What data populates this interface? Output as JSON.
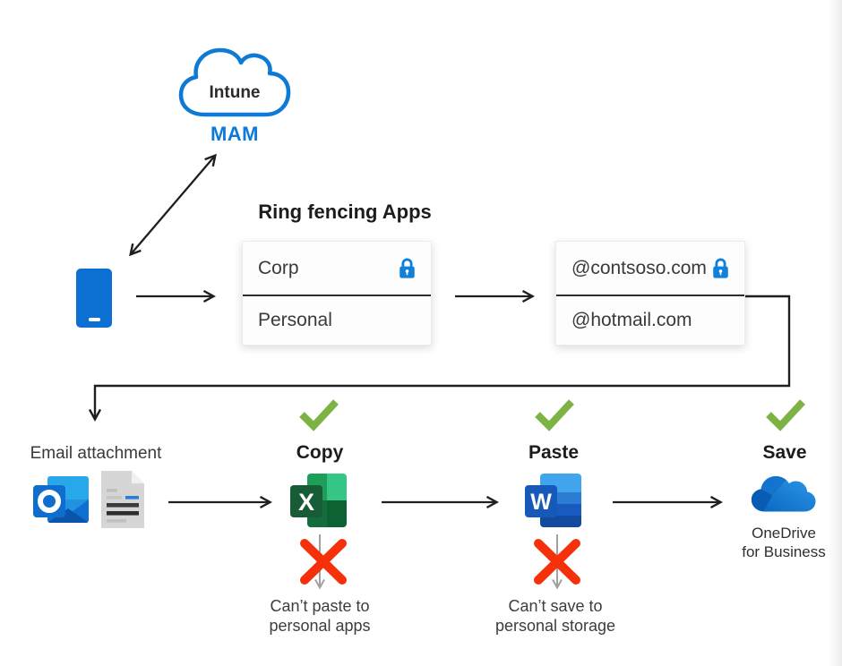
{
  "cloud": {
    "title": "Intune",
    "badge": "MAM"
  },
  "heading": "Ring fencing Apps",
  "ring_box": {
    "row1": "Corp",
    "row2": "Personal"
  },
  "domain_box": {
    "row1": "@contsoso.com",
    "row2": "@hotmail.com"
  },
  "flow": {
    "email": {
      "label": "Email attachment"
    },
    "copy": {
      "label": "Copy",
      "note_line1": "Can’t paste to",
      "note_line2": "personal apps"
    },
    "paste": {
      "label": "Paste",
      "note_line1": "Can’t save to",
      "note_line2": "personal storage"
    },
    "save": {
      "label": "Save",
      "caption_line1": "OneDrive",
      "caption_line2": "for Business"
    }
  },
  "logos": {
    "excel_letter": "X",
    "word_letter": "W"
  },
  "colors": {
    "accent_blue": "#0c7ad8",
    "phone_blue": "#0c70d2",
    "lock_blue": "#1180d8",
    "check_green": "#7db343",
    "block_red": "#f5310c",
    "connector_black": "#1f1f1f",
    "muted_gray": "#a0a0a0",
    "excel_green": "#185c37",
    "word_blue": "#1659b8",
    "outlook_blue": "#0f6ecd",
    "onedrive_blue": "#0a63bd"
  }
}
